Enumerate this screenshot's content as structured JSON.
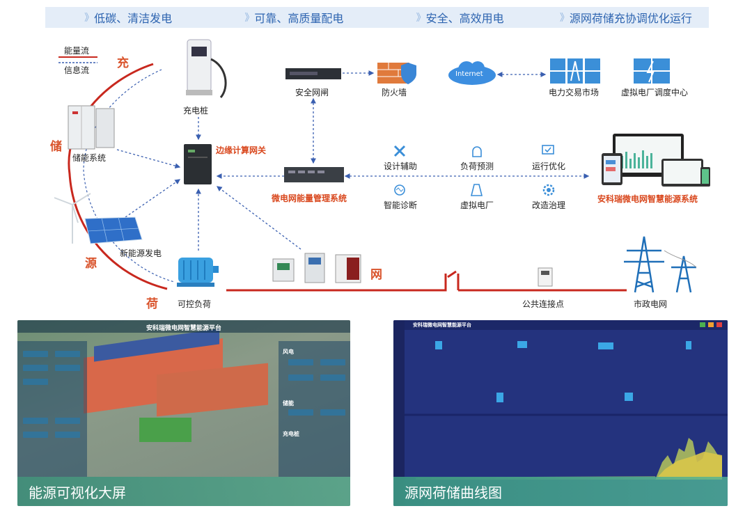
{
  "banner": [
    "低碳、清洁发电",
    "可靠、高质量配电",
    "安全、高效用电",
    "源网荷储充协调优化运行"
  ],
  "legend": {
    "energy": "能量流",
    "info": "信息流"
  },
  "ring": {
    "charge": "充",
    "store": "储",
    "source": "源",
    "load": "荷",
    "grid": "网"
  },
  "nodes": {
    "charger": "充电桩",
    "storage": "储能系统",
    "gateway": "边缘计算网关",
    "renewable": "新能源发电",
    "load": "可控负荷",
    "security": "安全网闸",
    "firewall": "防火墙",
    "internet": "Internet",
    "market": "电力交易市场",
    "vpp_center": "虚拟电厂调度中心",
    "ems": "微电网能量管理系统",
    "system": "安科瑞微电网智慧能源系统",
    "pcc": "公共连接点",
    "utility": "市政电网"
  },
  "features": [
    "设计辅助",
    "负荷预测",
    "运行优化",
    "智能诊断",
    "虚拟电厂",
    "改造治理"
  ],
  "screens": {
    "left": {
      "caption": "能源可视化大屏",
      "title": "安科瑞微电网智慧能源平台",
      "panels": [
        "风电",
        "储能",
        "充电桩"
      ]
    },
    "right": {
      "caption": "源网荷储曲线图",
      "title": "安科瑞微电网智慧能源平台"
    }
  },
  "colors": {
    "energy": "#c8281e",
    "info": "#3a5fb0",
    "accent": "#d9532b"
  }
}
